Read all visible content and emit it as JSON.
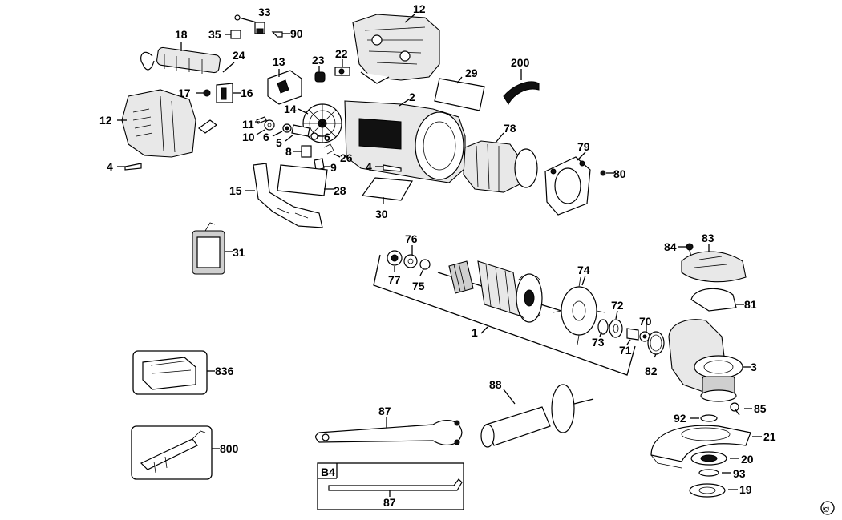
{
  "labels": {
    "l12a": "12",
    "l33": "33",
    "l35": "35",
    "l90": "90",
    "l18": "18",
    "l24": "24",
    "l22": "22",
    "l23": "23",
    "l13": "13",
    "l200": "200",
    "l29": "29",
    "l17": "17",
    "l16": "16",
    "l12b": "12",
    "l14": "14",
    "l2": "2",
    "l78": "78",
    "l11": "11",
    "l10": "10",
    "l6a": "6",
    "l5": "5",
    "l6b": "6",
    "l8": "8",
    "l26": "26",
    "l9": "9",
    "l79": "79",
    "l4a": "4",
    "l4b": "4",
    "l80": "80",
    "l15": "15",
    "l28": "28",
    "l30": "30",
    "l31": "31",
    "l76": "76",
    "l84": "84",
    "l83": "83",
    "l77": "77",
    "l75": "75",
    "l74": "74",
    "l81": "81",
    "l72": "72",
    "l70": "70",
    "l1": "1",
    "l73": "73",
    "l71": "71",
    "l82": "82",
    "l3": "3",
    "l836": "836",
    "l88": "88",
    "l85": "85",
    "l87a": "87",
    "l92": "92",
    "l21": "21",
    "l800": "800",
    "l20": "20",
    "l93": "93",
    "l19": "19",
    "b4": "B4",
    "l87b": "87"
  },
  "copyright": "©"
}
